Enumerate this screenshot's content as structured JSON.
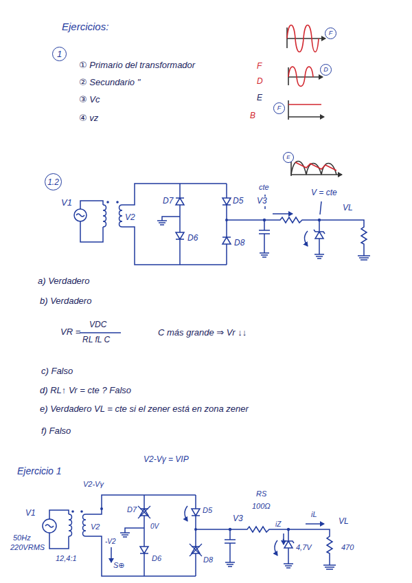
{
  "diagram": {
    "title": "Ejercicios:",
    "nodes": [
      {
        "text": [
          "1"
        ]
      },
      {
        "text": [
          "1.2"
        ]
      },
      {
        "text": [
          "F"
        ]
      },
      {
        "text": [
          "D"
        ]
      },
      {
        "text": [
          "F"
        ]
      },
      {
        "text": [
          "E"
        ]
      }
    ],
    "labels": [
      "① Primario del transformador",
      "② Secundario \"",
      "③ Vc",
      "④ vz",
      "F",
      "D",
      "E",
      "B",
      "a) Verdadero",
      "b) Verdadero",
      "VR =",
      "VDC",
      "RL fL C",
      "C más grande ⇒ Vr ↓↓",
      "c) Falso",
      "d) RL↑  Vr = cte ?  Falso",
      "e) Verdadero   VL = cte si el zener está en zona zener",
      "f) Falso",
      "Ejercicio 1",
      "V1",
      "V2",
      "D7",
      "D5",
      "D6",
      "D8",
      "cte",
      "V3",
      "V = cte",
      "VL",
      "V2-Vγ",
      "V2-Vγ = VIP",
      "V1",
      "V2",
      "50Hz",
      "220VRMS",
      "12,4:1",
      "-V2",
      "0V",
      "S⊕",
      "D7",
      "D5",
      "D6",
      "D8",
      "V3",
      "RS",
      "100Ω",
      "iL",
      "VL",
      "iZ",
      "4,7V",
      "470"
    ]
  }
}
